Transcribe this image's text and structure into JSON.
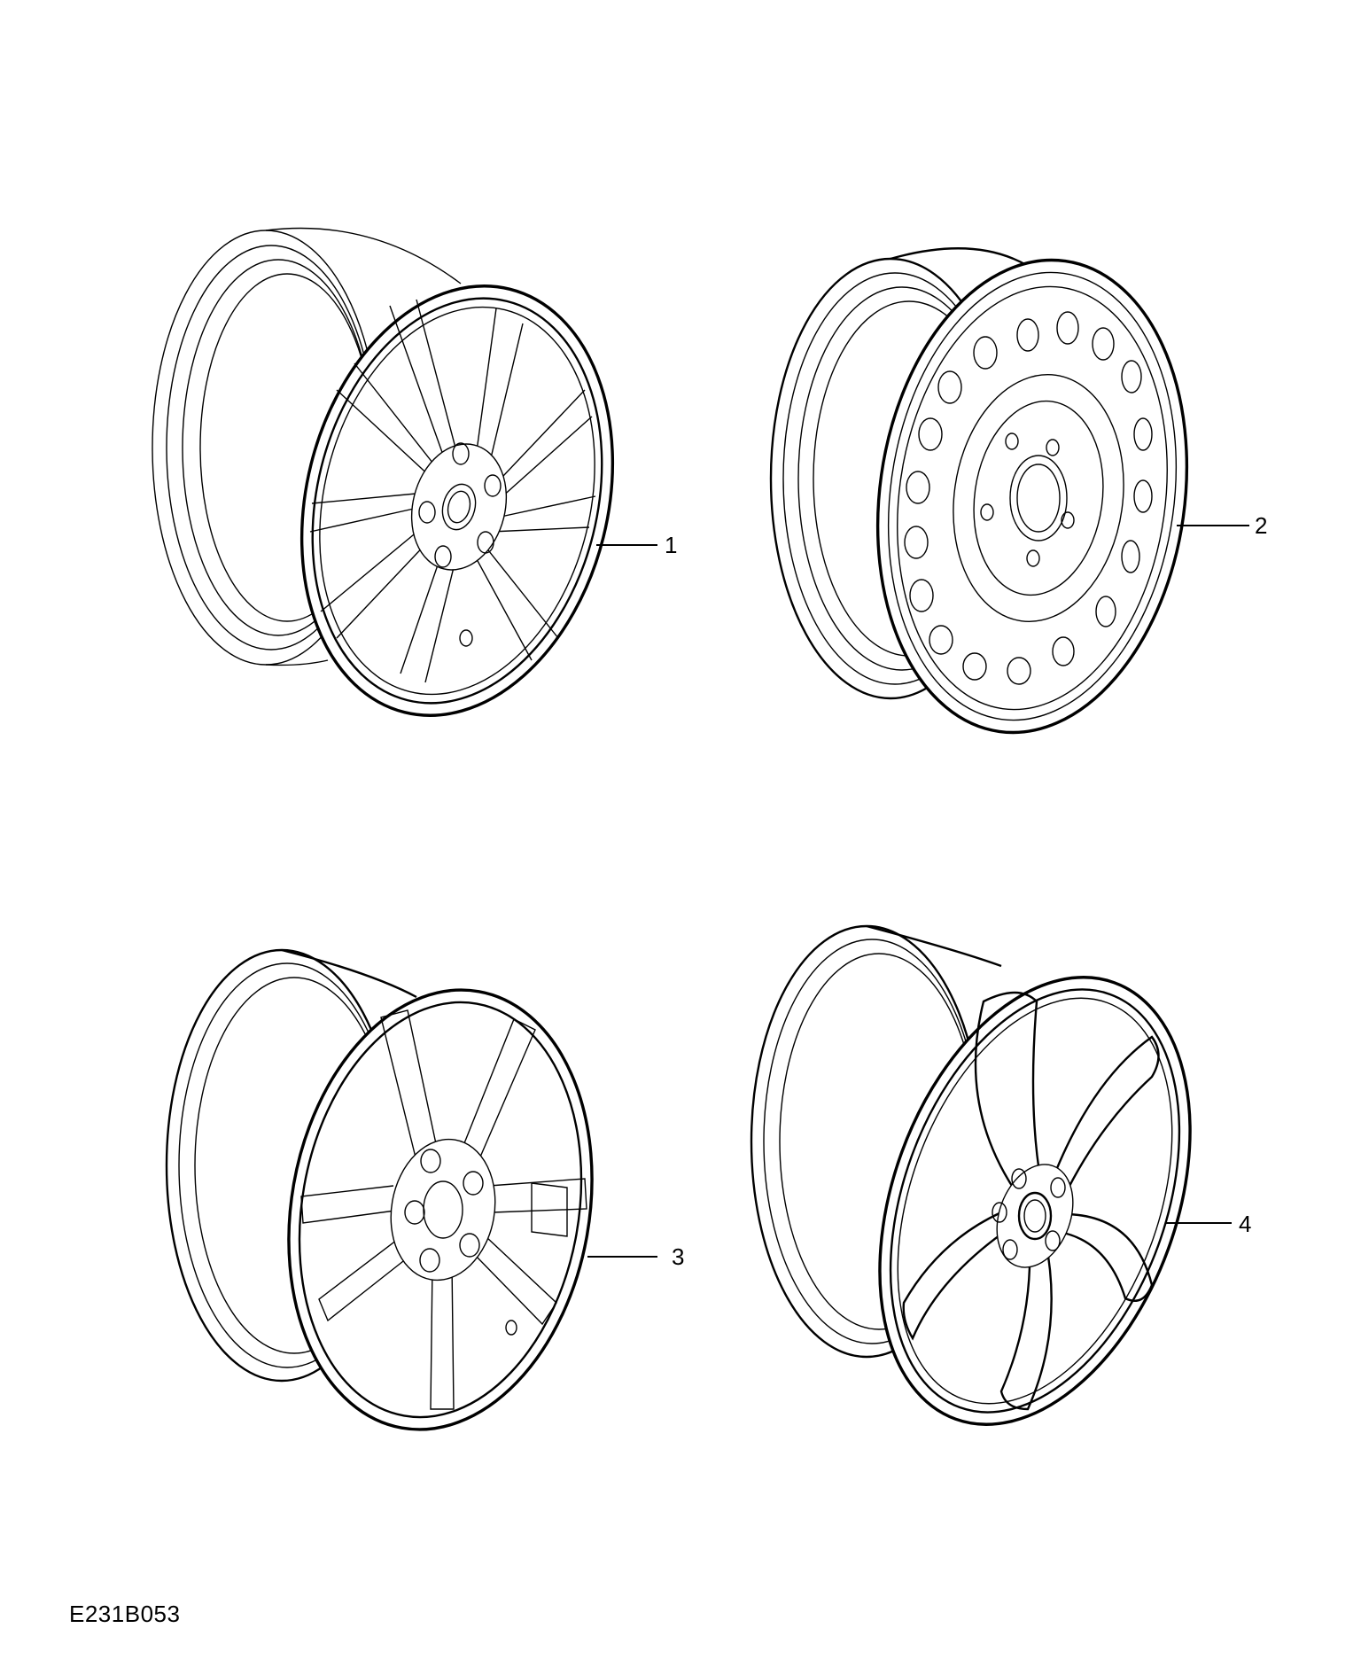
{
  "diagram": {
    "reference_code": "E231B053",
    "callouts": [
      {
        "id": "1",
        "label": "1"
      },
      {
        "id": "2",
        "label": "2"
      },
      {
        "id": "3",
        "label": "3"
      },
      {
        "id": "4",
        "label": "4"
      }
    ],
    "colors": {
      "ink": "#000000",
      "paper": "#ffffff"
    }
  }
}
